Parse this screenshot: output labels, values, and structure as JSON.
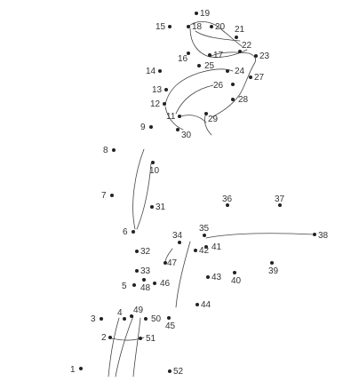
{
  "puzzle": {
    "type": "connect-the-dots",
    "colors": {
      "dot": "#222222",
      "line": "#444444",
      "label": "#333333",
      "background": "#ffffff"
    },
    "dots": [
      {
        "n": "1"
      },
      {
        "n": "2"
      },
      {
        "n": "3"
      },
      {
        "n": "4"
      },
      {
        "n": "5"
      },
      {
        "n": "6"
      },
      {
        "n": "7"
      },
      {
        "n": "8"
      },
      {
        "n": "9"
      },
      {
        "n": "10"
      },
      {
        "n": "11"
      },
      {
        "n": "12"
      },
      {
        "n": "13"
      },
      {
        "n": "14"
      },
      {
        "n": "15"
      },
      {
        "n": "16"
      },
      {
        "n": "17"
      },
      {
        "n": "18"
      },
      {
        "n": "19"
      },
      {
        "n": "20"
      },
      {
        "n": "21"
      },
      {
        "n": "22"
      },
      {
        "n": "23"
      },
      {
        "n": "24"
      },
      {
        "n": "25"
      },
      {
        "n": "26"
      },
      {
        "n": "27"
      },
      {
        "n": "28"
      },
      {
        "n": "29"
      },
      {
        "n": "30"
      },
      {
        "n": "31"
      },
      {
        "n": "32"
      },
      {
        "n": "33"
      },
      {
        "n": "34"
      },
      {
        "n": "35"
      },
      {
        "n": "36"
      },
      {
        "n": "37"
      },
      {
        "n": "38"
      },
      {
        "n": "39"
      },
      {
        "n": "40"
      },
      {
        "n": "41"
      },
      {
        "n": "42"
      },
      {
        "n": "43"
      },
      {
        "n": "44"
      },
      {
        "n": "45"
      },
      {
        "n": "46"
      },
      {
        "n": "47"
      },
      {
        "n": "48"
      },
      {
        "n": "49"
      },
      {
        "n": "50"
      },
      {
        "n": "51"
      },
      {
        "n": "52"
      }
    ]
  }
}
